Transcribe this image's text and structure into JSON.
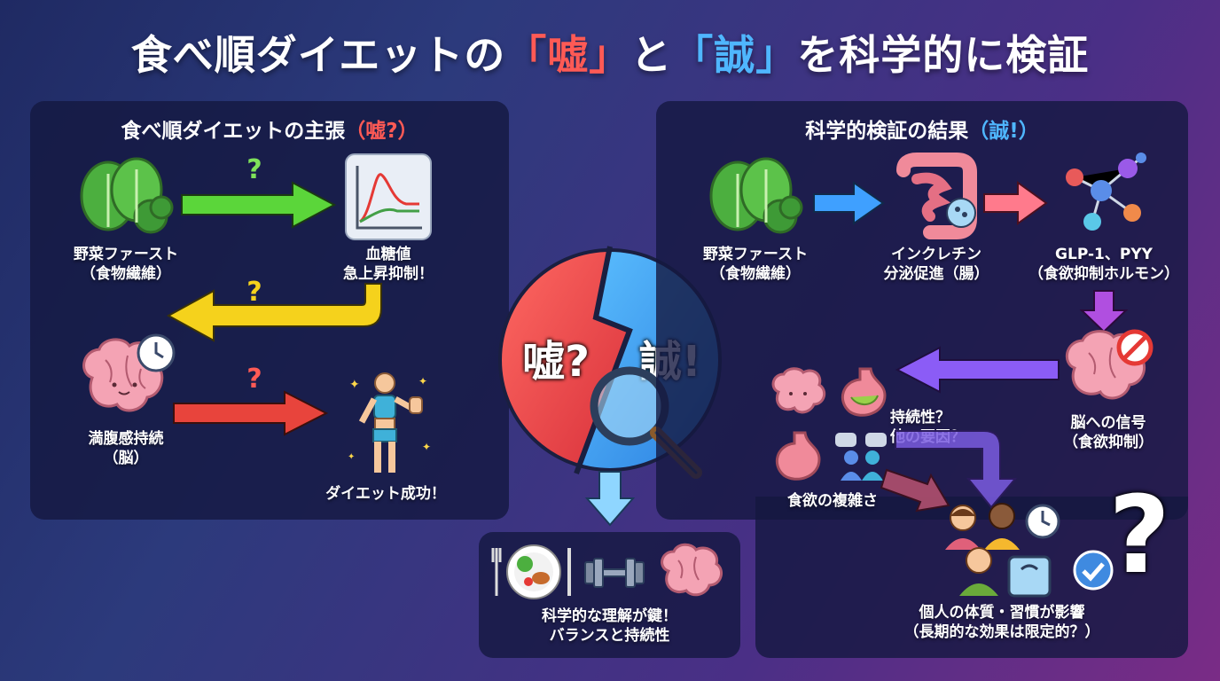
{
  "title": {
    "prefix": "食べ順ダイエットの",
    "lie": "「嘘」",
    "mid": "と",
    "truth": "「誠」",
    "suffix": "を科学的に検証"
  },
  "left_panel": {
    "title": "食べ順ダイエットの主張",
    "title_tag": "（嘘?）",
    "vegetable_label_1": "野菜ファースト",
    "vegetable_label_2": "（食物繊維）",
    "bloodsugar_label_1": "血糖値",
    "bloodsugar_label_2": "急上昇抑制！",
    "satiety_label_1": "満腹感持続",
    "satiety_label_2": "（脳）",
    "success_label": "ダイエット成功！",
    "question_mark": "?"
  },
  "center": {
    "lie_text": "嘘?",
    "truth_text": "誠!"
  },
  "bottom_panel": {
    "line1": "科学的な理解が鍵！",
    "line2": "バランスと持続性"
  },
  "right_panel": {
    "title": "科学的検証の結果",
    "title_tag": "（誠!）",
    "vegetable_label_1": "野菜ファースト",
    "vegetable_label_2": "（食物繊維）",
    "incretin_label_1": "インクレチン",
    "incretin_label_2": "分泌促進（腸）",
    "hormone_label_1": "GLP-1、PYY",
    "hormone_label_2": "（食欲抑制ホルモン）",
    "brain_label_1": "脳への信号",
    "brain_label_2": "（食欲抑制）",
    "other_label_1": "持続性？",
    "other_label_2": "他の要因？",
    "appetite_label": "食欲の複雑さ",
    "individual_label_1": "個人の体質・習慣が影響",
    "individual_label_2": "（長期的な効果は限定的？）",
    "big_question": "?"
  },
  "colors": {
    "green": "#5bd63a",
    "yellow": "#f5d21c",
    "red": "#e8443c",
    "blue": "#3fa0ff",
    "pink": "#ff7a8c",
    "purple": "#8b5cf6",
    "violet": "#b04fe0"
  }
}
